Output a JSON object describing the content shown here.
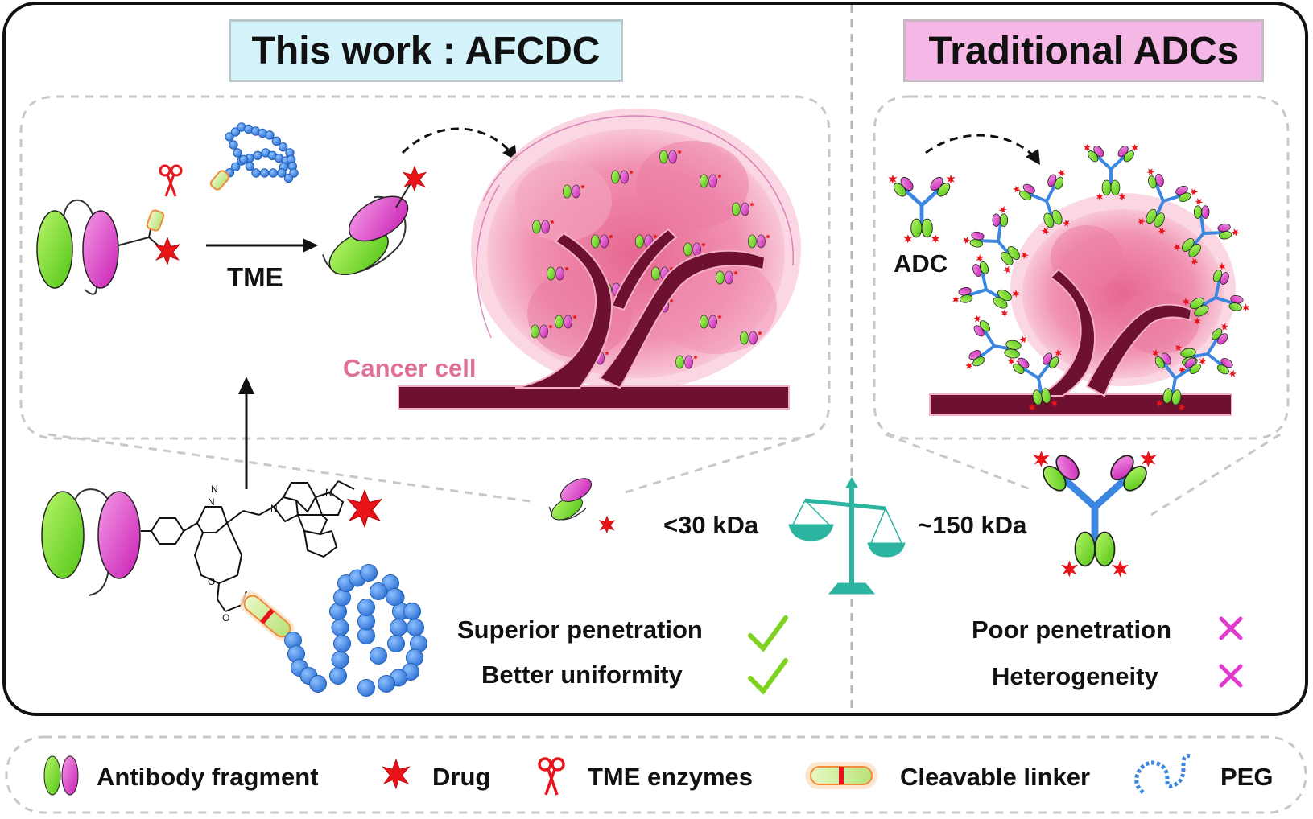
{
  "titles": {
    "left": "This work : AFCDC",
    "right": "Traditional ADCs"
  },
  "left_panel": {
    "step_label": "TME",
    "cancer_label": "Cancer cell",
    "size_label": "<30 kDa",
    "advantages": [
      {
        "text": "Superior penetration",
        "mark": "check-icon"
      },
      {
        "text": "Better uniformity",
        "mark": "check-icon"
      }
    ]
  },
  "right_panel": {
    "adc_label": "ADC",
    "size_label": "~150 kDa",
    "disadvantages": [
      {
        "text": "Poor penetration",
        "mark": "cross-icon"
      },
      {
        "text": "Heterogeneity",
        "mark": "cross-icon"
      }
    ]
  },
  "legend": [
    {
      "label": "Antibody fragment",
      "icon": "antibody-fragment-icon"
    },
    {
      "label": "Drug",
      "icon": "drug-icon"
    },
    {
      "label": "TME enzymes",
      "icon": "scissors-icon"
    },
    {
      "label": "Cleavable linker",
      "icon": "cleavable-linker-icon"
    },
    {
      "label": "PEG",
      "icon": "peg-icon"
    }
  ],
  "colors": {
    "green": "#7ee02a",
    "magenta": "#e43fd0",
    "drug_red": "#e8141a",
    "peg_blue": "#3b86e0",
    "vessel": "#6e1030",
    "tumor_pink": "#f07aa0",
    "scale_teal": "#2bb5a0",
    "check_green": "#7ed321",
    "cross_magenta": "#e03ad0"
  }
}
